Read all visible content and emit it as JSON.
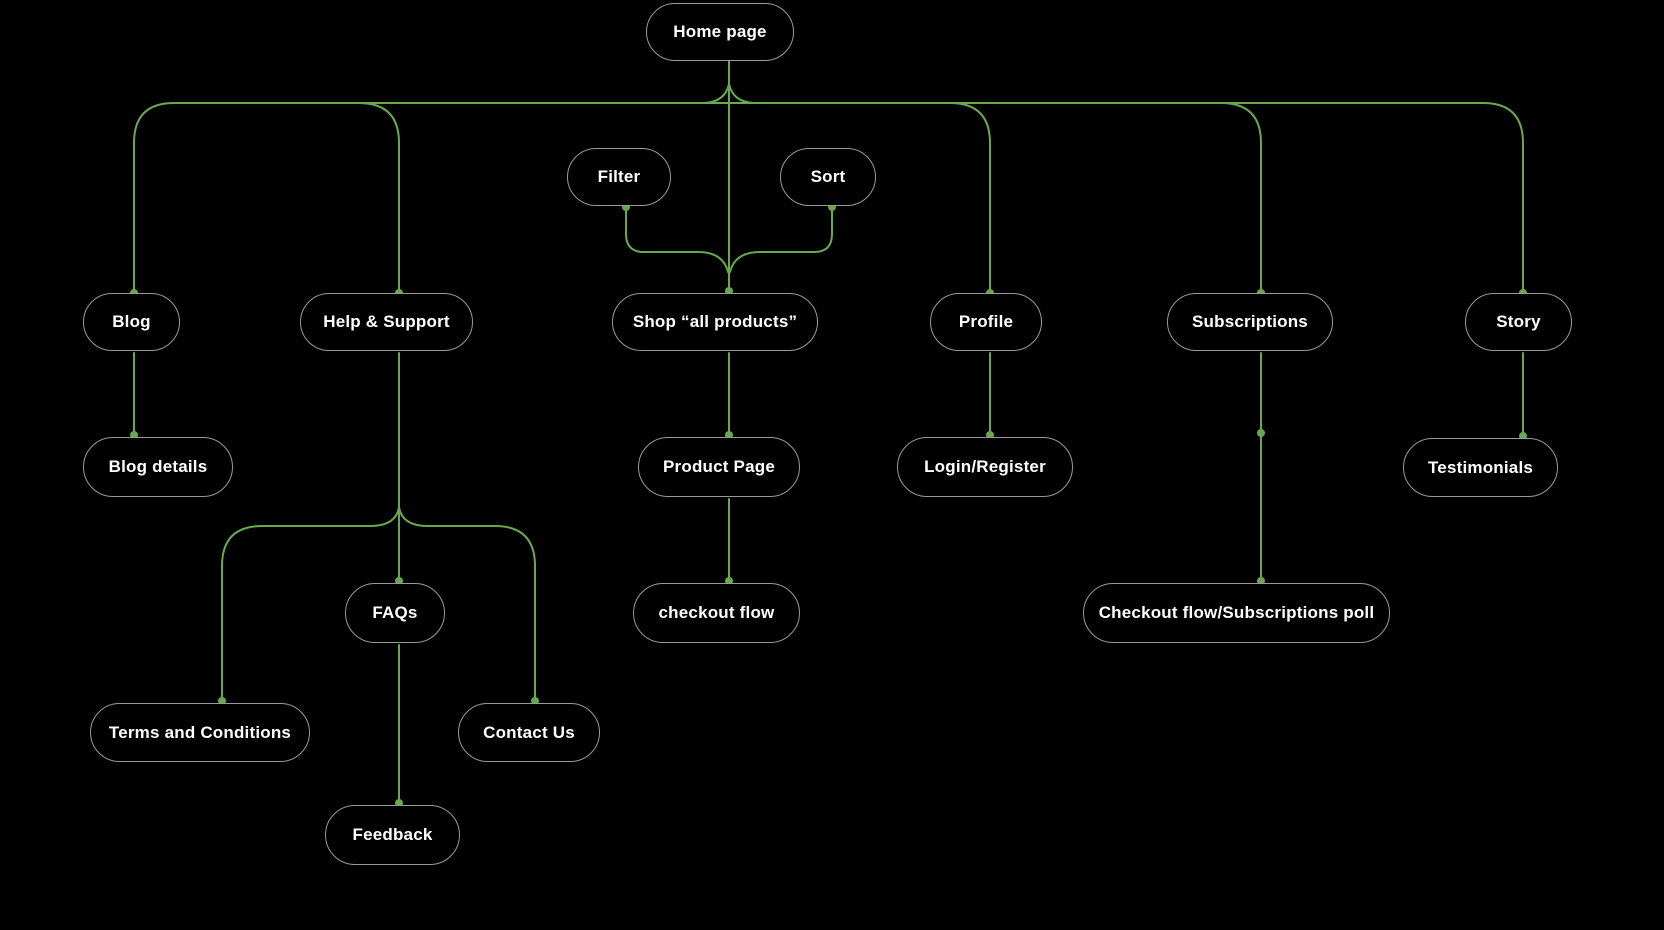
{
  "diagram": {
    "type": "sitemap-flowchart",
    "colors": {
      "background": "#000000",
      "connector": "#6aa84f",
      "node_border": "#9a9a9a",
      "node_fill": "#000000",
      "node_text": "#ffffff"
    },
    "nodes": {
      "home": {
        "label": "Home page"
      },
      "filter": {
        "label": "Filter"
      },
      "sort": {
        "label": "Sort"
      },
      "blog": {
        "label": "Blog"
      },
      "help": {
        "label": "Help & Support"
      },
      "shop": {
        "label": "Shop “all products”"
      },
      "profile": {
        "label": "Profile"
      },
      "subscriptions": {
        "label": "Subscriptions"
      },
      "story": {
        "label": "Story"
      },
      "blog_details": {
        "label": "Blog details"
      },
      "product_page": {
        "label": "Product Page"
      },
      "login_register": {
        "label": "Login/Register"
      },
      "testimonials": {
        "label": "Testimonials"
      },
      "faqs": {
        "label": "FAQs"
      },
      "checkout_flow": {
        "label": "checkout flow"
      },
      "checkout_subscriptions_poll": {
        "label": "Checkout flow/Subscriptions poll"
      },
      "terms": {
        "label": "Terms and Conditions"
      },
      "contact": {
        "label": "Contact Us"
      },
      "feedback": {
        "label": "Feedback"
      }
    },
    "edges": [
      {
        "from": "home",
        "to": "blog"
      },
      {
        "from": "home",
        "to": "help"
      },
      {
        "from": "home",
        "to": "shop"
      },
      {
        "from": "home",
        "to": "profile"
      },
      {
        "from": "home",
        "to": "subscriptions"
      },
      {
        "from": "home",
        "to": "story"
      },
      {
        "from": "filter",
        "to": "shop"
      },
      {
        "from": "sort",
        "to": "shop"
      },
      {
        "from": "blog",
        "to": "blog_details"
      },
      {
        "from": "shop",
        "to": "product_page"
      },
      {
        "from": "product_page",
        "to": "checkout_flow"
      },
      {
        "from": "profile",
        "to": "login_register"
      },
      {
        "from": "subscriptions",
        "to": "checkout_subscriptions_poll"
      },
      {
        "from": "story",
        "to": "testimonials"
      },
      {
        "from": "help",
        "to": "terms"
      },
      {
        "from": "help",
        "to": "faqs"
      },
      {
        "from": "help",
        "to": "contact"
      },
      {
        "from": "faqs",
        "to": "feedback"
      }
    ]
  }
}
